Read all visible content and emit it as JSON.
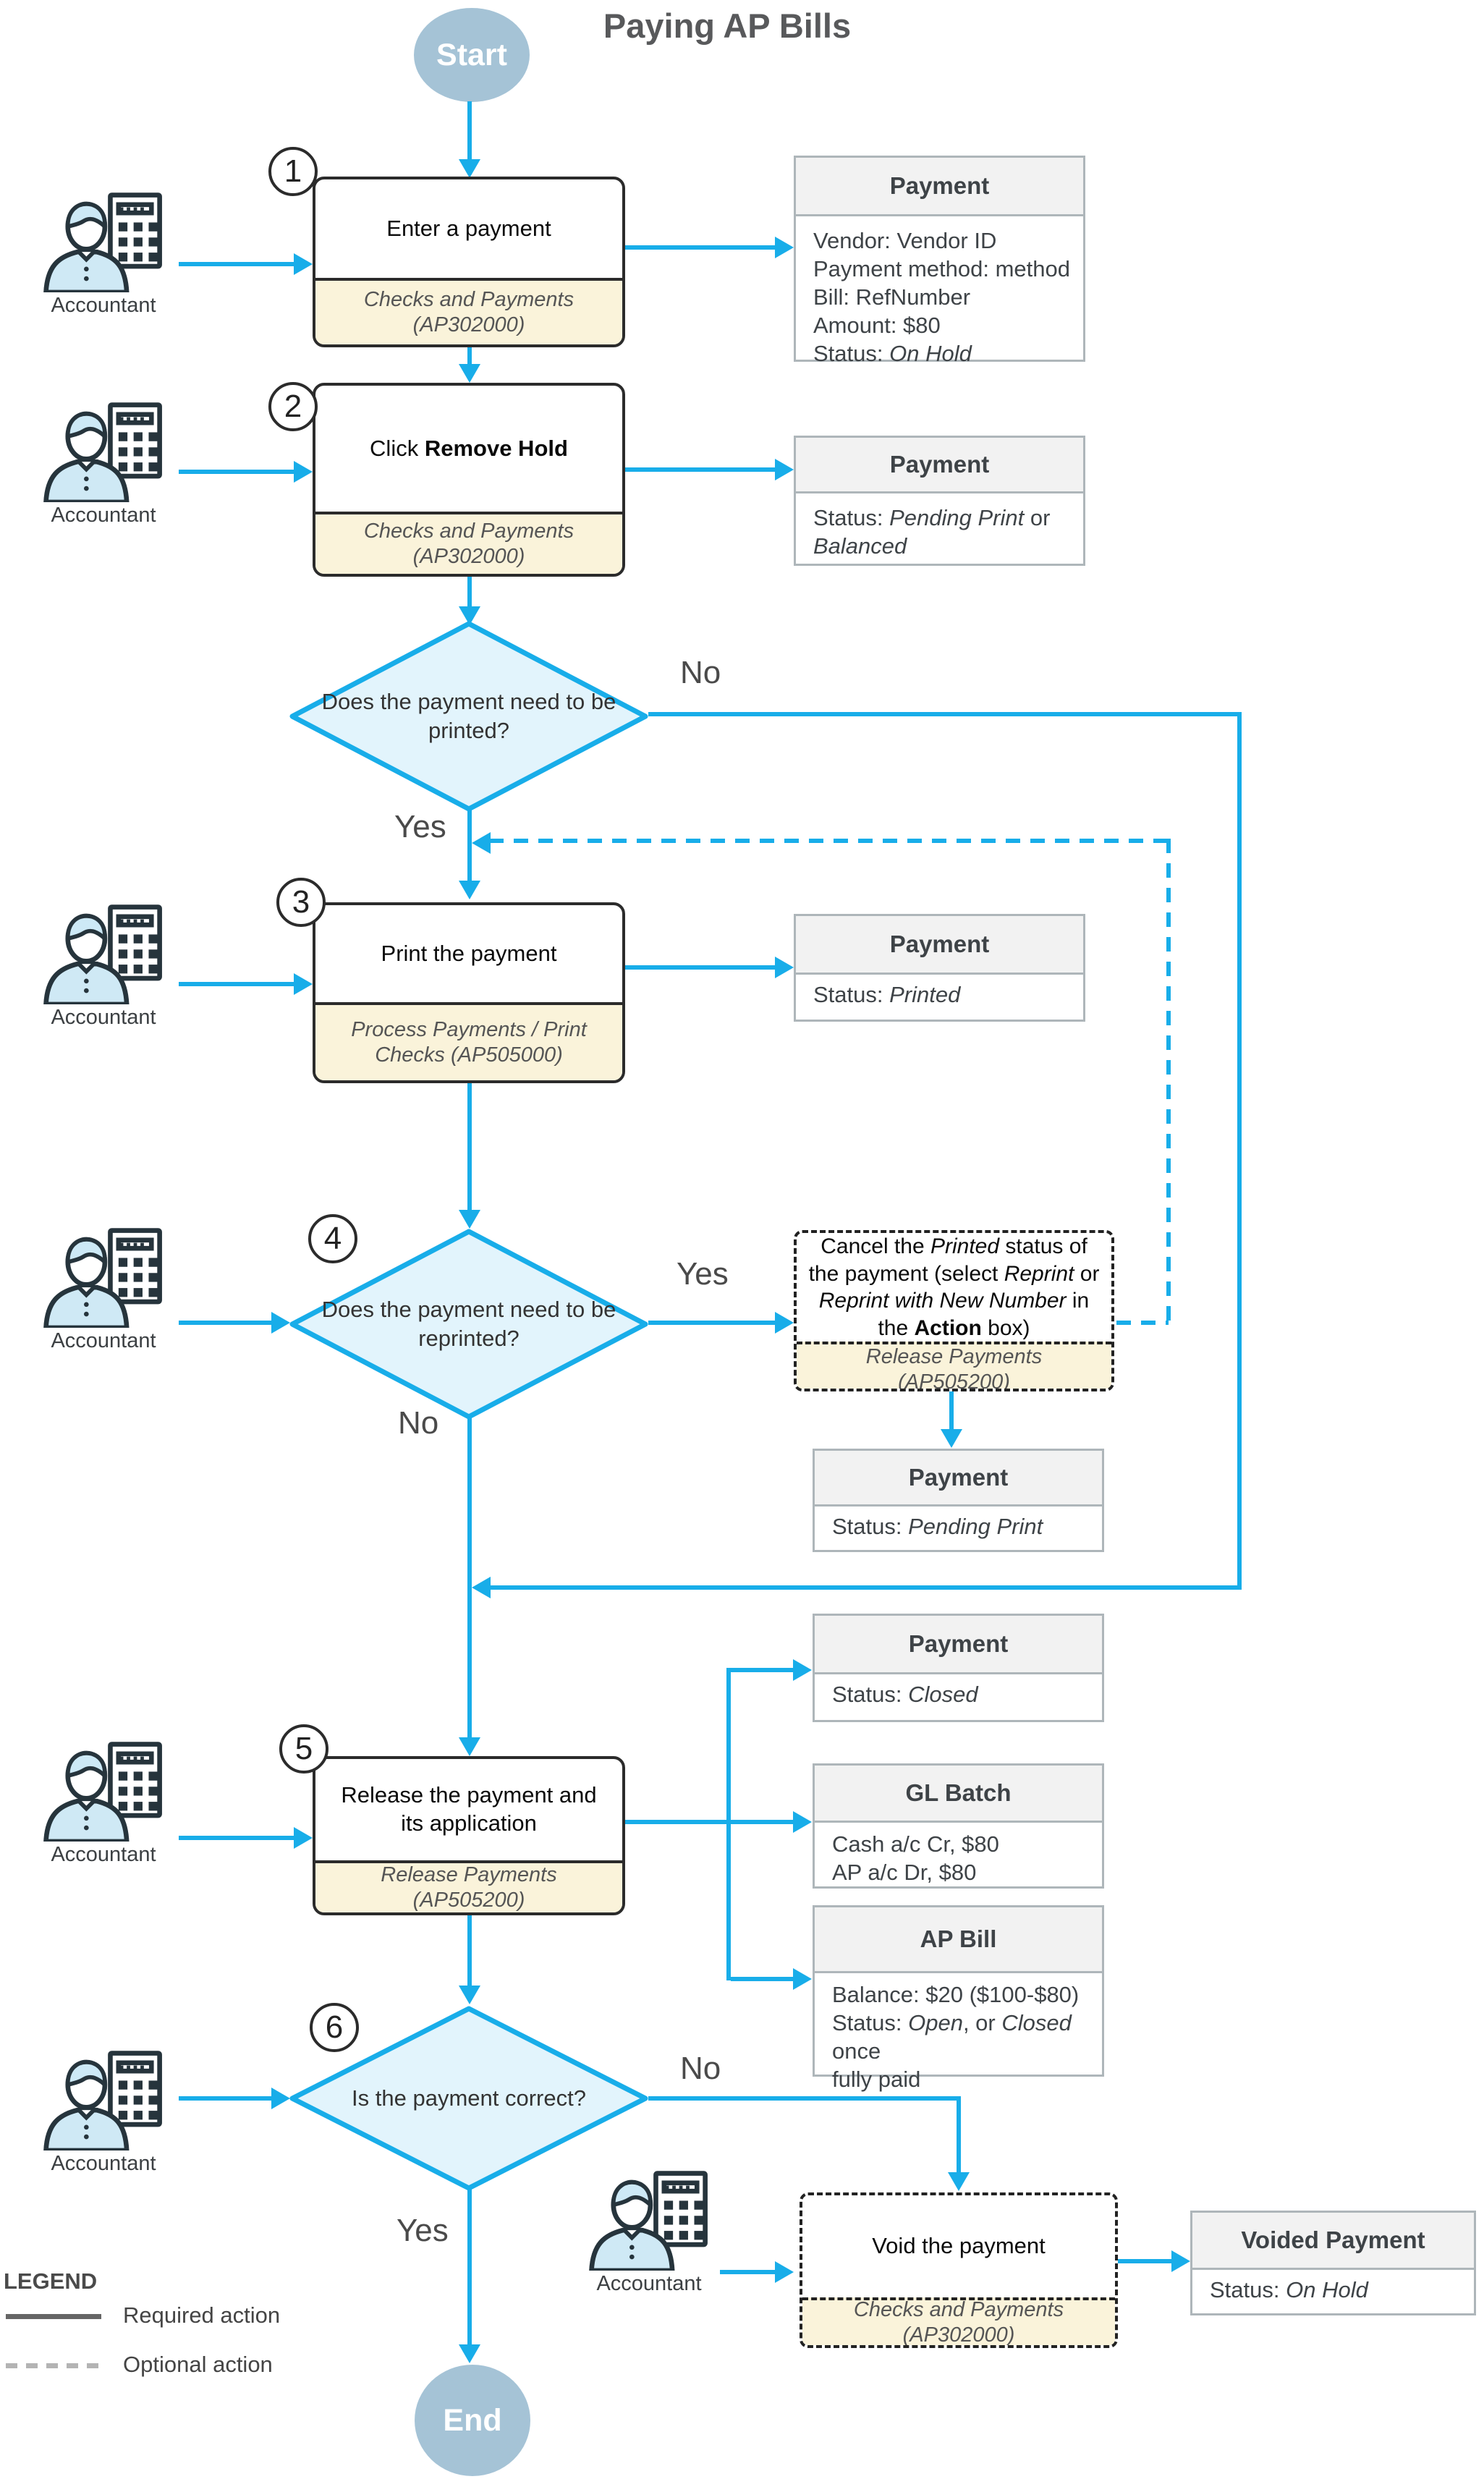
{
  "title": "Paying AP Bills",
  "terminators": {
    "start": "Start",
    "end": "End"
  },
  "labels": {
    "yes": "Yes",
    "no": "No",
    "accountant": "Accountant"
  },
  "steps": {
    "s1": {
      "num": "1",
      "label": [
        [
          "Enter a payment"
        ]
      ],
      "screen": "Checks and Payments (AP302000)"
    },
    "s2": {
      "num": "2",
      "label": [
        [
          "Click "
        ],
        [
          "Remove Hold",
          "b"
        ]
      ],
      "screen": "Checks and Payments (AP302000)"
    },
    "s3": {
      "num": "3",
      "label": [
        [
          "Print the payment"
        ]
      ],
      "screen": "Process Payments / Print Checks (AP505000)"
    },
    "s5": {
      "num": "5",
      "label": [
        [
          "Release the payment and its application"
        ]
      ],
      "screen": "Release Payments (AP505200)"
    },
    "cancel": {
      "label": [
        [
          "Cancel the "
        ],
        [
          "Printed",
          "i"
        ],
        [
          " status of the payment (select "
        ],
        [
          "Reprint",
          "i"
        ],
        [
          " or "
        ],
        [
          "Reprint with New Number",
          "i"
        ],
        [
          " in the "
        ],
        [
          "Action",
          "b"
        ],
        [
          " box)"
        ]
      ],
      "screen": "Release Payments (AP505200)"
    },
    "void": {
      "label": [
        [
          "Void the payment"
        ]
      ],
      "screen": "Checks and Payments (AP302000)"
    }
  },
  "decisions": {
    "d1": {
      "q": "Does the payment need to be printed?"
    },
    "d4": {
      "num": "4",
      "q": "Does the payment need to be reprinted?"
    },
    "d6": {
      "num": "6",
      "q": "Is the payment correct?"
    }
  },
  "cards": {
    "p1": {
      "title": "Payment",
      "lines": [
        [
          [
            "Vendor: Vendor ID"
          ]
        ],
        [
          [
            "Payment method: method"
          ]
        ],
        [
          [
            "Bill: RefNumber"
          ]
        ],
        [
          [
            "Amount: $80"
          ]
        ],
        [
          [
            "Status: "
          ],
          [
            "On Hold",
            "i"
          ]
        ]
      ]
    },
    "p2": {
      "title": "Payment",
      "lines": [
        [
          [
            "Status: "
          ],
          [
            "Pending Print",
            "i"
          ],
          [
            " or"
          ]
        ],
        [
          [
            "Balanced",
            "i"
          ]
        ]
      ]
    },
    "p3": {
      "title": "Payment",
      "lines": [
        [
          [
            "Status: "
          ],
          [
            "Printed",
            "i"
          ]
        ]
      ]
    },
    "p4": {
      "title": "Payment",
      "lines": [
        [
          [
            "Status: "
          ],
          [
            "Pending Print",
            "i"
          ]
        ]
      ]
    },
    "p5": {
      "title": "Payment",
      "lines": [
        [
          [
            "Status: "
          ],
          [
            "Closed",
            "i"
          ]
        ]
      ]
    },
    "gl": {
      "title": "GL Batch",
      "lines": [
        [
          [
            "Cash a/c Cr, $80"
          ]
        ],
        [
          [
            "AP a/c Dr, $80"
          ]
        ]
      ]
    },
    "ap": {
      "title": "AP Bill",
      "lines": [
        [
          [
            "Balance: $20 ($100-$80)"
          ]
        ],
        [
          [
            "Status: "
          ],
          [
            "Open",
            "i"
          ],
          [
            ", or "
          ],
          [
            "Closed",
            "i"
          ],
          [
            " once"
          ]
        ],
        [
          [
            "fully paid"
          ]
        ]
      ]
    },
    "voided": {
      "title": "Voided Payment",
      "lines": [
        [
          [
            "Status: "
          ],
          [
            "On Hold",
            "i"
          ]
        ]
      ]
    }
  },
  "legend": {
    "title": "LEGEND",
    "required": "Required action",
    "optional": "Optional action"
  },
  "colors": {
    "accent": "#18ADE9",
    "diamond_fill": "#E2F4FC",
    "screen_bg": "#FAF3DA",
    "node_border": "#2B2B2B",
    "card_border": "#AEB6BA",
    "card_header_bg": "#F2F2F2",
    "terminator_fill": "#A5C3D6"
  }
}
